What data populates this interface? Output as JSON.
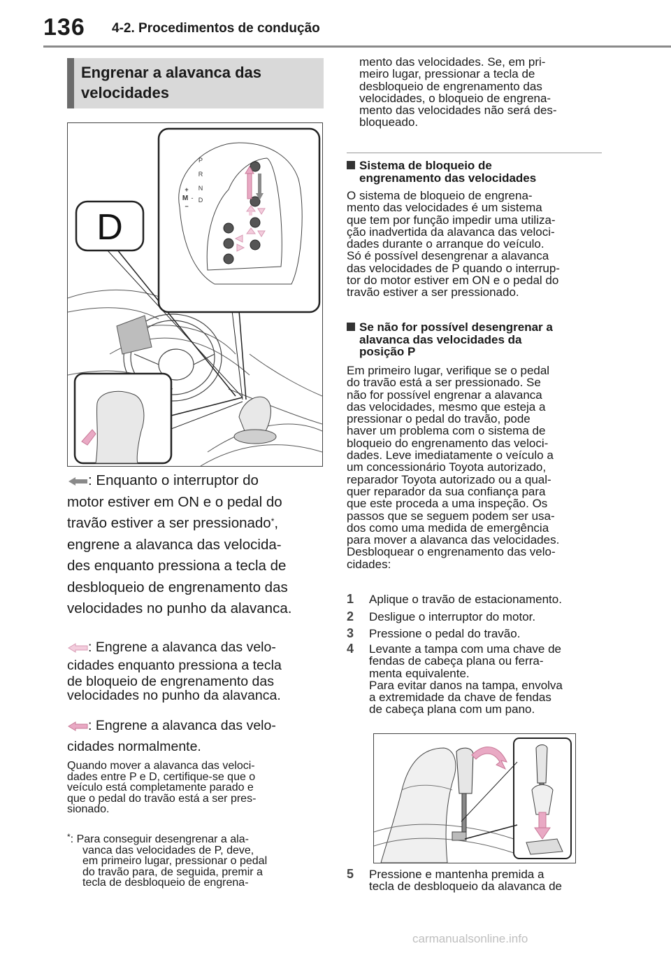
{
  "header": {
    "page_number": "136",
    "section": "4-2. Procedimentos de condução"
  },
  "left": {
    "heading_line1": "Engrenar a alavanca das",
    "heading_line2": "velocidades",
    "figure1": {
      "big_letter": "D",
      "gear_labels": [
        "P",
        "R",
        "N",
        "D"
      ],
      "manual_plus": "+",
      "manual_m": "M",
      "manual_minus": "−",
      "manual_dash": "-"
    },
    "legend1": [
      ": Enquanto o interruptor do",
      "motor estiver em ON e o pedal do",
      "travão estiver a ser pressionado",
      ",",
      "engrene a alavanca das velocida-",
      "des enquanto pressiona a tecla de",
      "desbloqueio de engrenamento das",
      "velocidades no punho da alavanca."
    ],
    "asterisk": "*",
    "legend2": [
      ": Engrene a alavanca das velo-",
      "cidades enquanto pressiona a tecla",
      "de bloqueio de engrenamento das",
      "velocidades no punho da alavanca."
    ],
    "legend3": [
      ": Engrene a alavanca das velo-",
      "cidades normalmente."
    ],
    "note": [
      "Quando mover a alavanca das veloci-",
      "dades entre P e D, certifique-se que o",
      "veículo está completamente parado e",
      "que o pedal do travão está a ser pres-",
      "sionado."
    ],
    "footnote_mark": "*",
    "footnote": [
      ": Para conseguir desengrenar a ala-",
      "vanca das velocidades de P, deve,",
      "em primeiro lugar, pressionar o pedal",
      "do travão para, de seguida, premir a",
      "tecla de desbloqueio de engrena-"
    ]
  },
  "right": {
    "continuation": [
      "mento das velocidades. Se, em pri-",
      "meiro lugar, pressionar a tecla de",
      "desbloqueio de engrenamento das",
      "velocidades, o bloqueio de engrena-",
      "mento das velocidades não será des-",
      "bloqueado."
    ],
    "sub1_title": [
      "Sistema de bloqueio de",
      "engrenamento das velocidades"
    ],
    "sub1_body": [
      "O sistema de bloqueio de engrena-",
      "mento das velocidades é um sistema",
      "que tem por função impedir uma utiliza-",
      "ção inadvertida da alavanca das veloci-",
      "dades durante o arranque do veículo.",
      "Só é possível desengrenar a alavanca",
      "das velocidades de P quando o interrup-",
      "tor do motor estiver em ON e o pedal do",
      "travão estiver a ser pressionado."
    ],
    "sub2_title": [
      "Se não for possível desengrenar a",
      "alavanca das velocidades da",
      "posição P"
    ],
    "sub2_body": [
      "Em primeiro lugar, verifique se o pedal",
      "do travão está a ser pressionado. Se",
      "não for possível engrenar a alavanca",
      "das velocidades, mesmo que esteja a",
      "pressionar o pedal do travão, pode",
      "haver um problema com o sistema de",
      "bloqueio do engrenamento das veloci-",
      "dades. Leve imediatamente o veículo a",
      "um concessionário Toyota autorizado,",
      "reparador Toyota autorizado ou a qual-",
      "quer reparador da sua confiança para",
      "que este proceda a uma inspeção. Os",
      "passos que se seguem podem ser usa-",
      "dos como uma medida de emergência",
      "para mover a alavanca das velocidades.",
      "Desbloquear o engrenamento das velo-",
      "cidades:"
    ],
    "steps": [
      {
        "n": "1",
        "lines": [
          "Aplique o travão de estacionamento."
        ]
      },
      {
        "n": "2",
        "lines": [
          "Desligue o interruptor do motor."
        ]
      },
      {
        "n": "3",
        "lines": [
          "Pressione o pedal do travão."
        ]
      },
      {
        "n": "4",
        "lines": [
          "Levante a tampa com uma chave de",
          "fendas de cabeça plana ou ferra-",
          "menta equivalente.",
          "Para evitar danos na tampa, envolva",
          "a extremidade da chave de fendas",
          "de cabeça plana com um pano."
        ]
      },
      {
        "n": "5",
        "lines": [
          "Pressione e mantenha premida a",
          "tecla de desbloqueio da alavanca de"
        ]
      }
    ]
  },
  "watermark": "carmanualsonline.info",
  "colors": {
    "pink_arrow": "#e9a9c4",
    "pink_light": "#f3cddd",
    "gray_arrow": "#8a8a8a",
    "heading_bg": "#d9d9d9",
    "heading_bar": "#6b6b6b"
  }
}
